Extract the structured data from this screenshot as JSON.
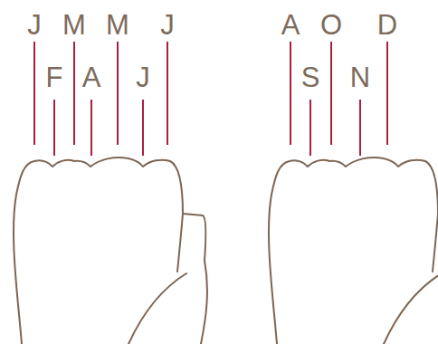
{
  "diagram": {
    "labels": [
      "J",
      "M",
      "M",
      "J",
      "F",
      "A",
      "J",
      "A",
      "O",
      "D",
      "S",
      "N"
    ]
  }
}
